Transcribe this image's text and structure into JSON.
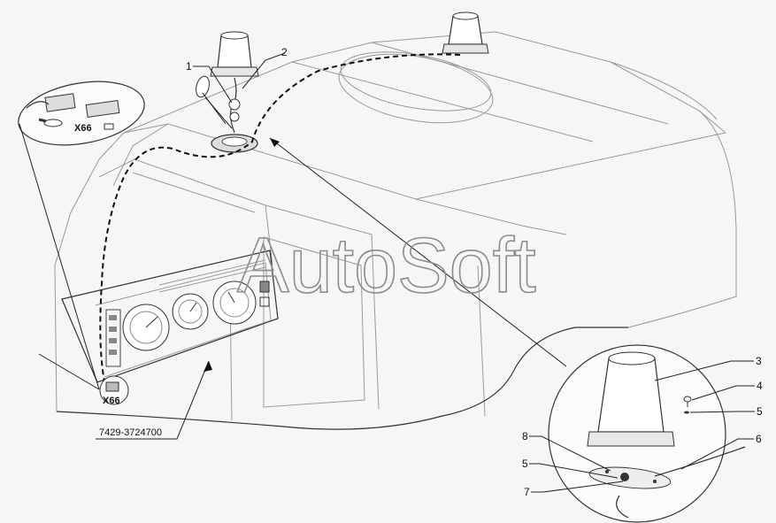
{
  "watermark": "AutoSoft",
  "callouts": {
    "c1": "1",
    "c2": "2",
    "c3": "3",
    "c4": "4",
    "c5a": "5",
    "c5b": "5",
    "c6": "6",
    "c7": "7",
    "c8": "8"
  },
  "connector_top": "X66",
  "connector_panel": "X66",
  "part_number": "7429-3724700"
}
